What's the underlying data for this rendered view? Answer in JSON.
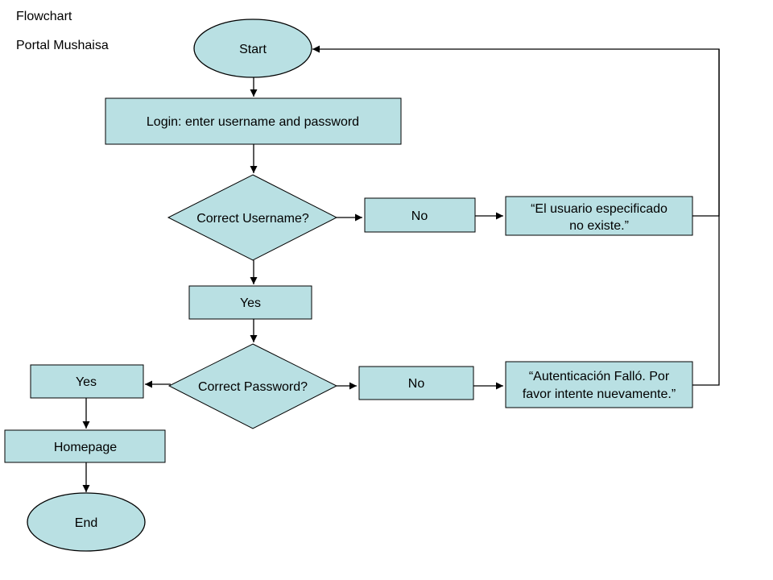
{
  "header": {
    "title": "Flowchart",
    "subtitle": "Portal Mushaisa"
  },
  "colors": {
    "node_fill": "#b9e0e3",
    "stroke": "#000000"
  },
  "nodes": {
    "start": "Start",
    "login": "Login: enter username and password",
    "username_decision": "Correct Username?",
    "username_no": "No",
    "username_error_line1": "“El usuario especificado",
    "username_error_line2": "no existe.”",
    "username_yes": "Yes",
    "password_decision": "Correct Password?",
    "password_no": "No",
    "password_error_line1": "“Autenticación Falló. Por",
    "password_error_line2": "favor intente nuevamente.”",
    "password_yes": "Yes",
    "homepage": "Homepage",
    "end": "End"
  }
}
